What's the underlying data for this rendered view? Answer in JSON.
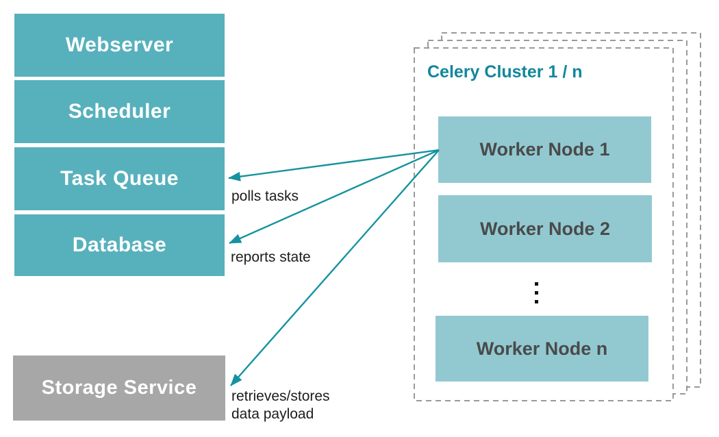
{
  "nodes": [
    {
      "label": "Webserver"
    },
    {
      "label": "Scheduler"
    },
    {
      "label": "Task Queue"
    },
    {
      "label": "Database"
    }
  ],
  "storage": {
    "label": "Storage Service"
  },
  "cluster": {
    "title": "Celery Cluster 1 / n",
    "workers": [
      {
        "label": "Worker Node 1"
      },
      {
        "label": "Worker Node 2"
      },
      {
        "label": "Worker Node n"
      }
    ],
    "ellipsis": "⋮",
    "layer_count": 3
  },
  "edges": [
    {
      "from": "Worker Node 1",
      "to": "Task Queue",
      "label": "polls tasks"
    },
    {
      "from": "Worker Node 1",
      "to": "Database",
      "label": "reports state"
    },
    {
      "from": "Worker Node 1",
      "to": "Storage Service",
      "label": "retrieves/stores\ndata payload"
    }
  ],
  "colors": {
    "node_teal": "#57b1bc",
    "worker_teal": "#92c9d1",
    "storage_gray": "#a7a7a7",
    "arrow_teal": "#16929f",
    "cluster_title_teal": "#12879b",
    "dashed_border_gray": "#999999",
    "worker_text": "#4a4a4a",
    "label_text": "#1c1c1c"
  }
}
